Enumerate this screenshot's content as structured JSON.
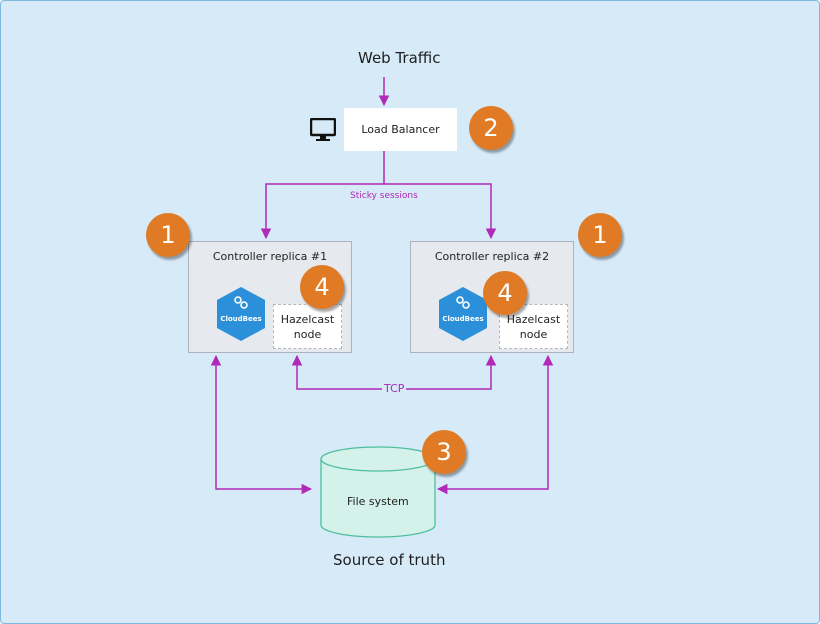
{
  "diagram": {
    "web_traffic": "Web Traffic",
    "load_balancer": "Load Balancer",
    "sticky_sessions": "Sticky sessions",
    "replica1_title": "Controller replica #1",
    "replica2_title": "Controller replica #2",
    "cloudbees_label": "CloudBees",
    "hazelcast_line1": "Hazelcast",
    "hazelcast_line2": "node",
    "tcp": "TCP",
    "file_system": "File system",
    "source_of_truth": "Source of truth",
    "badges": {
      "lb": "2",
      "replica1": "1",
      "replica2": "1",
      "hazel1": "4",
      "hazel2": "4",
      "fs": "3"
    },
    "icons": {
      "monitor": "monitor-icon",
      "cloudbees": "cloudbees-logo",
      "db": "cylinder-shape"
    },
    "colors": {
      "connector": "#b02ab8",
      "badge": "#e07a24",
      "cloudbees": "#2b90d9",
      "fs_stroke": "#4dbf9e"
    }
  }
}
